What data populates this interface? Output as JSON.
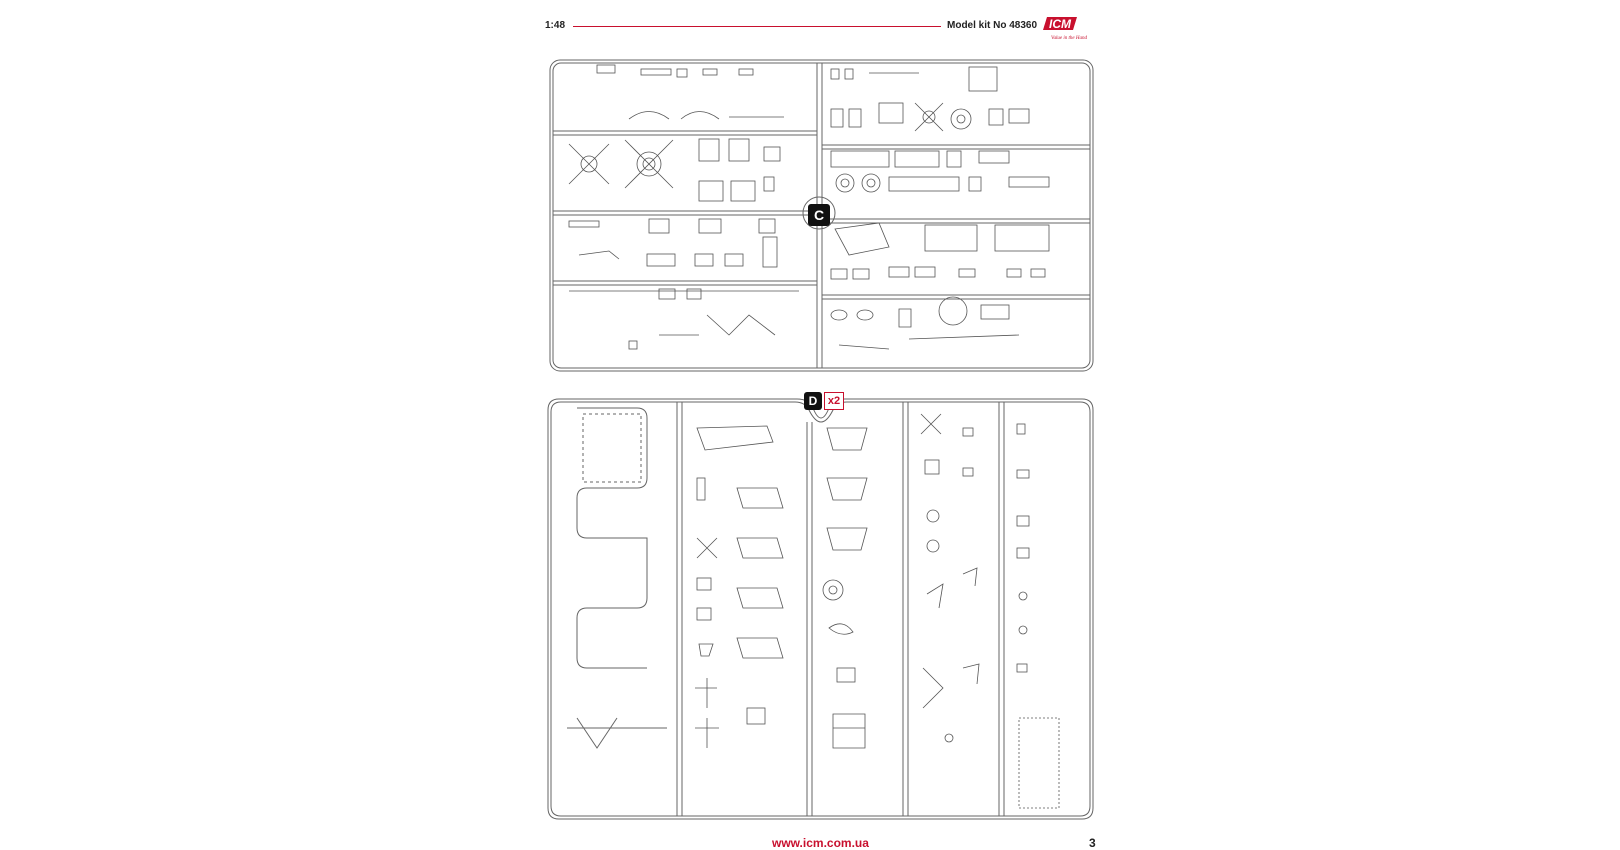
{
  "header": {
    "scale": "1:48",
    "kit": "Model kit No 48360",
    "logo_text": "ICM",
    "logo_tagline": "Value in the Hand"
  },
  "sprues": {
    "c": {
      "label": "C"
    },
    "d": {
      "label": "D",
      "multiplier": "x2"
    }
  },
  "colors": {
    "accent": "#c8102e",
    "line": "#555555"
  },
  "footer": {
    "url": "www.icm.com.ua",
    "page": "3"
  }
}
